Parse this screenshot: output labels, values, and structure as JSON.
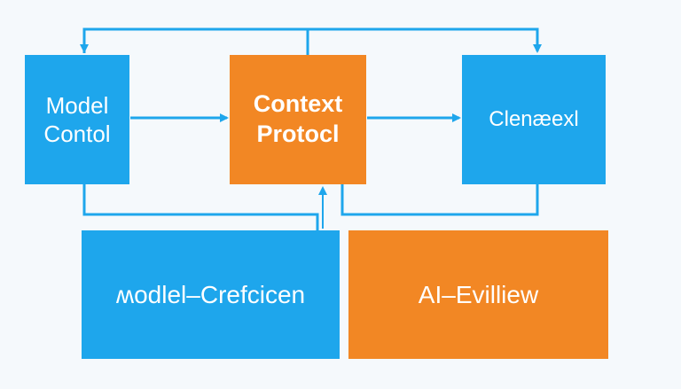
{
  "colors": {
    "blue": "#1ea6ec",
    "orange": "#f28724",
    "connector": "#1ea6ec",
    "background": "#f5f9fc"
  },
  "nodes": {
    "model_control": {
      "line1": "Model",
      "line2": "Contol"
    },
    "context_protocol": {
      "line1": "Context",
      "line2": "Protocl"
    },
    "client": {
      "label": "Clenæexl"
    },
    "model_creation": {
      "label": "ʍodlel–Crefcicen"
    },
    "ai_view": {
      "label": "AI–Evilliew"
    }
  }
}
